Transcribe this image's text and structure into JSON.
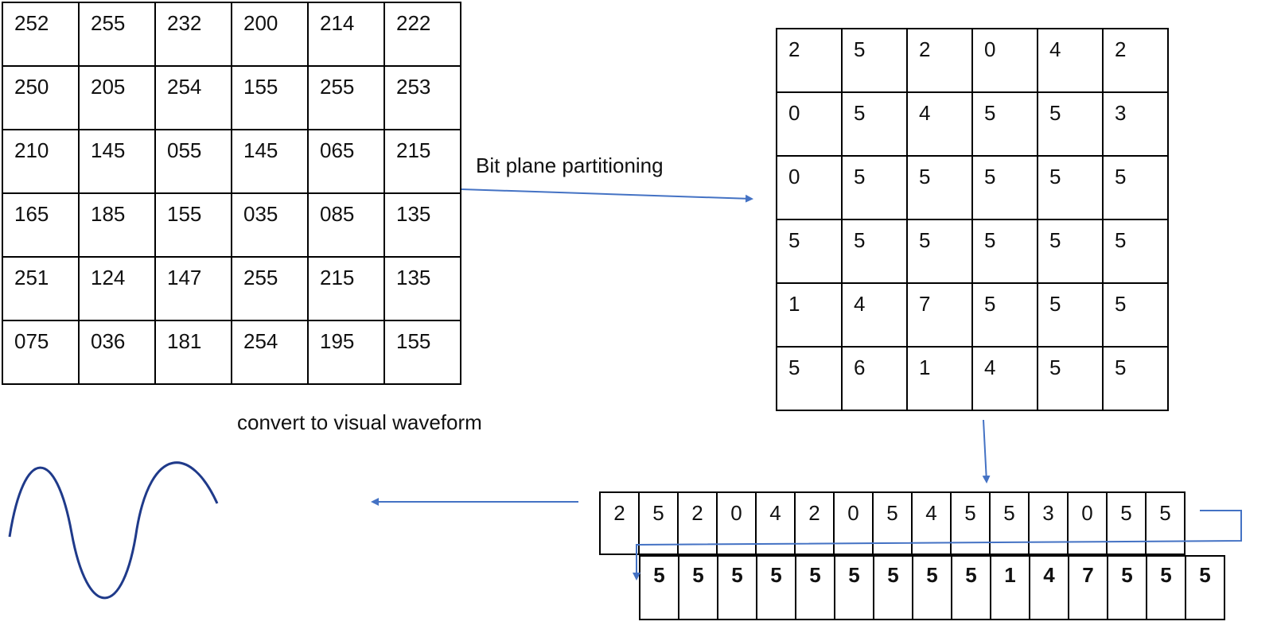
{
  "input_matrix": [
    [
      "252",
      "255",
      "232",
      "200",
      "214",
      "222"
    ],
    [
      "250",
      "205",
      "254",
      "155",
      "255",
      "253"
    ],
    [
      "210",
      "145",
      "055",
      "145",
      "065",
      "215"
    ],
    [
      "165",
      "185",
      "155",
      "035",
      "085",
      "135"
    ],
    [
      "251",
      "124",
      "147",
      "255",
      "215",
      "135"
    ],
    [
      "075",
      "036",
      "181",
      "254",
      "195",
      "155"
    ]
  ],
  "bit_plane_matrix": [
    [
      "2",
      "5",
      "2",
      "0",
      "4",
      "2"
    ],
    [
      "0",
      "5",
      "4",
      "5",
      "5",
      "3"
    ],
    [
      "0",
      "5",
      "5",
      "5",
      "5",
      "5"
    ],
    [
      "5",
      "5",
      "5",
      "5",
      "5",
      "5"
    ],
    [
      "1",
      "4",
      "7",
      "5",
      "5",
      "5"
    ],
    [
      "5",
      "6",
      "1",
      "4",
      "5",
      "5"
    ]
  ],
  "sequence_row_1": [
    "2",
    "5",
    "2",
    "0",
    "4",
    "2",
    "0",
    "5",
    "4",
    "5",
    "5",
    "3",
    "0",
    "5",
    "5"
  ],
  "sequence_row_2": [
    "5",
    "5",
    "5",
    "5",
    "5",
    "5",
    "5",
    "5",
    "5",
    "1",
    "4",
    "7",
    "5",
    "5",
    "5"
  ],
  "labels": {
    "bit_plane": "Bit plane partitioning",
    "waveform": "convert to visual waveform"
  },
  "colors": {
    "arrow": "#4472c4",
    "waveform": "#1f3a8a",
    "grid_border": "#000000"
  }
}
